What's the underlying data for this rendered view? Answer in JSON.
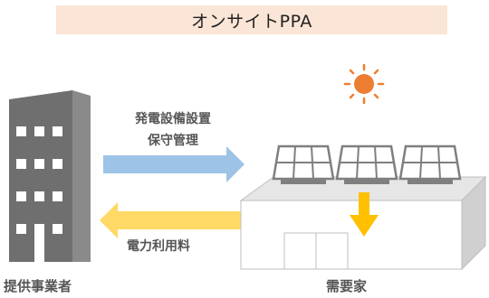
{
  "title": "オンサイトPPA",
  "provider": {
    "label": "提供事業者"
  },
  "consumer": {
    "label": "需要家"
  },
  "arrow_to_consumer": {
    "line1": "発電設備設置",
    "line2": "保守管理"
  },
  "arrow_to_provider": {
    "label": "電力利用料"
  },
  "colors": {
    "title_bg": "#fbe5d6",
    "building": "#737373",
    "arrow_blue": "#9dc3e6",
    "arrow_yellow": "#ffd966",
    "sun": "#ed7d31",
    "down_arrow": "#ffc000",
    "panel": "#7f7f7f"
  }
}
